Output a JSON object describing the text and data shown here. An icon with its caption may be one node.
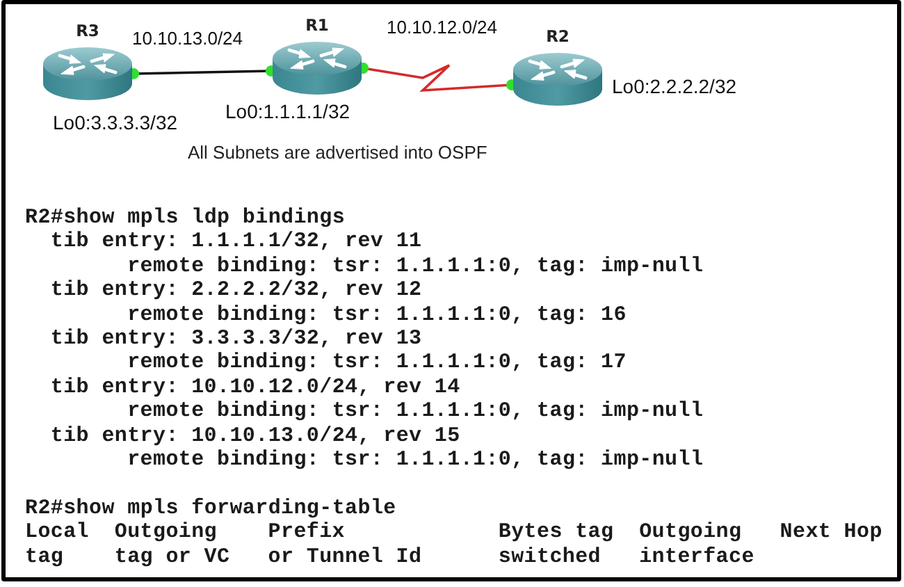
{
  "diagram": {
    "nodes": [
      {
        "text": [
          "R3"
        ],
        "beside": [
          "Lo0:3.3.3.3/32"
        ]
      },
      {
        "text": [
          "R1"
        ],
        "beside": [
          "Lo0:1.1.1.1/32"
        ]
      },
      {
        "text": [
          "R2"
        ],
        "beside": [
          "Lo0:2.2.2.2/32"
        ]
      }
    ],
    "edges": [
      {
        "from": 0,
        "to": 1,
        "arrow": "other",
        "label": "10.10.13.0/24"
      },
      {
        "from": 1,
        "to": 2,
        "arrow": "other",
        "label": "10.10.12.0/24",
        "color": "#d42a2a"
      }
    ],
    "labels": [
      "All Subnets are advertised into OSPF",
      "R2#show mpls ldp bindings",
      "tib entry: 1.1.1.1/32, rev 11",
      "remote binding: tsr: 1.1.1.1:0, tag: imp-null",
      "tib entry: 2.2.2.2/32, rev 12",
      "remote binding: tsr: 1.1.1.1:0, tag: 16",
      "tib entry: 3.3.3.3/32, rev 13",
      "remote binding: tsr: 1.1.1.1:0, tag: 17",
      "tib entry: 10.10.12.0/24, rev 14",
      "remote binding: tsr: 1.1.1.1:0, tag: imp-null",
      "tib entry: 10.10.13.0/24, rev 15",
      "remote binding: tsr: 1.1.1.1:0, tag: imp-null",
      "R2#show mpls forwarding-table",
      "Local",
      "Outgoing",
      "Prefix",
      "Bytes tag",
      "Outgoing",
      "Next Hop",
      "tag",
      "tag or VC",
      "or Tunnel Id",
      "switched",
      "interface"
    ]
  }
}
